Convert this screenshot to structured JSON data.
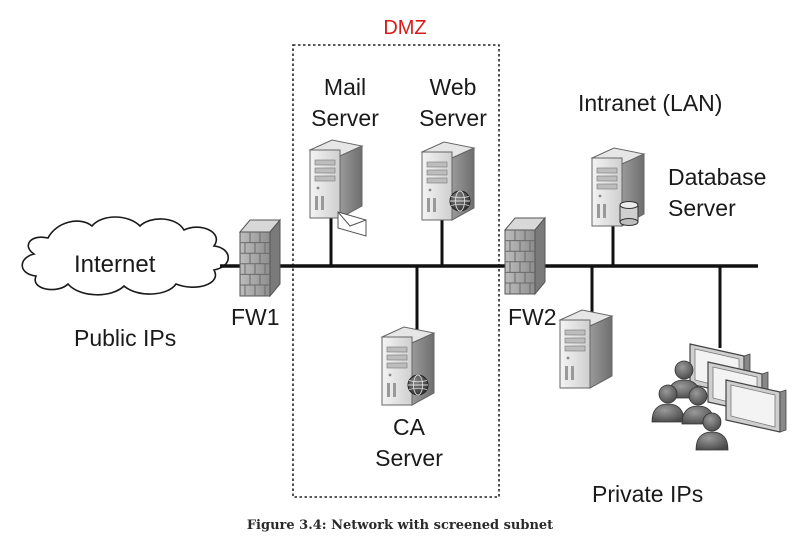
{
  "dmz_label": "DMZ",
  "intranet_label": "Intranet (LAN)",
  "internet_label": "Internet",
  "public_ips_label": "Public IPs",
  "private_ips_label": "Private IPs",
  "fw1_label": "FW1",
  "fw2_label": "FW2",
  "mail_server": {
    "line1": "Mail",
    "line2": "Server"
  },
  "web_server": {
    "line1": "Web",
    "line2": "Server"
  },
  "ca_server": {
    "line1": "CA",
    "line2": "Server"
  },
  "database_server": {
    "line1": "Database",
    "line2": "Server"
  },
  "caption": "Figure 3.4: Network with screened subnet",
  "colors": {
    "dmz_label": "#d41c1c",
    "dmz_border": "#222222",
    "line": "#111111"
  },
  "icons": [
    "cloud-icon",
    "firewall-icon",
    "server-icon",
    "mail-envelope-icon",
    "globe-icon",
    "database-cylinder-icon",
    "monitor-icon",
    "person-icon"
  ]
}
